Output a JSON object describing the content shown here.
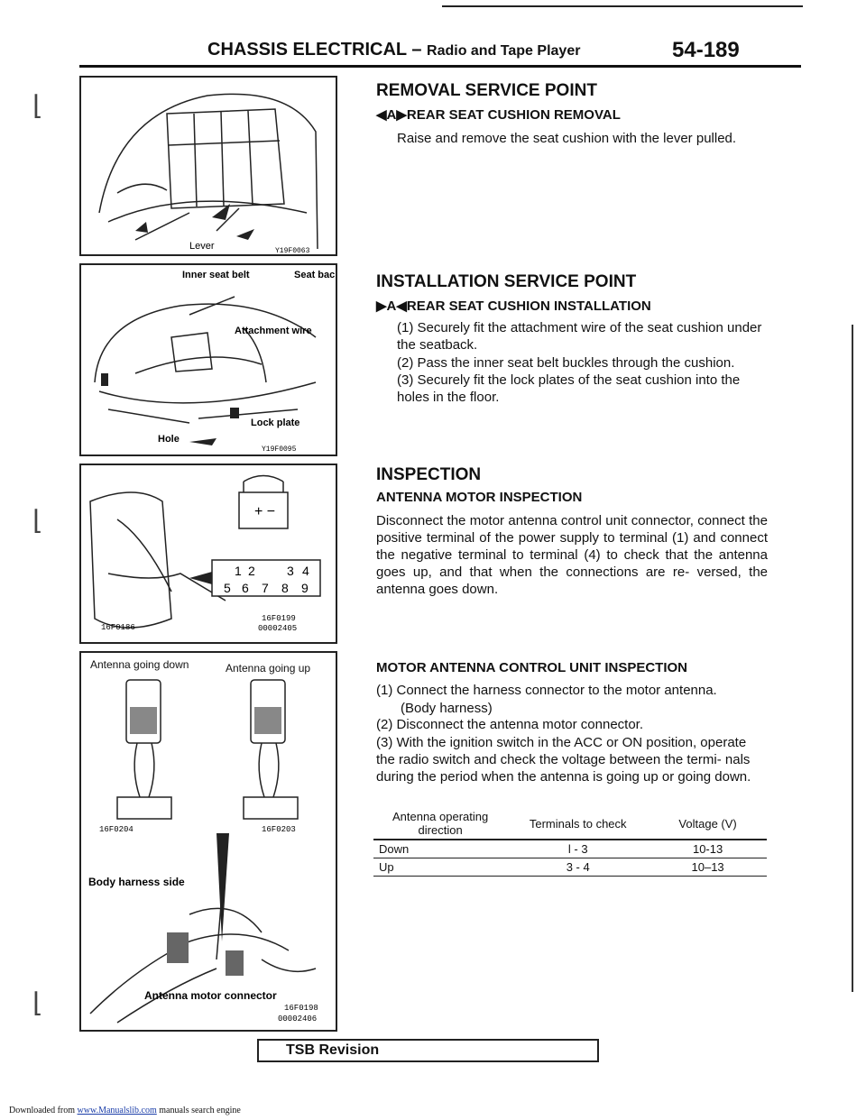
{
  "header": {
    "title": "CHASSIS ELECTRICAL –",
    "subtitle": "Radio and Tape Player",
    "page_number": "54-189"
  },
  "figures": {
    "fig1": {
      "labels": [
        "Lever"
      ],
      "code": "Y19F0063"
    },
    "fig2": {
      "labels": [
        "Inner seat belt",
        "Seat back",
        "Attachment wire",
        "Lock plate",
        "Hole"
      ],
      "code": "Y19F0095"
    },
    "fig3": {
      "codes": [
        "16F0186",
        "16F0199",
        "00002405"
      ],
      "terminals": [
        "1",
        "2",
        "3",
        "4",
        "5",
        "6",
        "7",
        "8",
        "9"
      ]
    },
    "fig4": {
      "label_down": "Antenna going down",
      "label_up": "Antenna going up",
      "code_left": "16F0204",
      "code_right": "16F0203"
    },
    "fig5": {
      "labels": [
        "Body harness side",
        "Antenna motor connector"
      ],
      "codes": [
        "16F0198",
        "00002406"
      ]
    }
  },
  "removal": {
    "heading": "REMOVAL SERVICE POINT",
    "subheading": "◀A▶REAR SEAT CUSHION REMOVAL",
    "text": "Raise and remove the seat cushion with the lever pulled."
  },
  "installation": {
    "heading": "INSTALLATION SERVICE POINT",
    "subheading": "▶A◀REAR SEAT CUSHION INSTALLATION",
    "steps": [
      "(1) Securely fit the attachment wire of the seat cushion under the seatback.",
      "(2) Pass the inner seat belt buckles through the cushion.",
      "(3) Securely fit the lock plates of the seat cushion into the holes in the floor."
    ]
  },
  "inspection": {
    "heading": "INSPECTION",
    "antenna_motor": {
      "subheading": "ANTENNA MOTOR INSPECTION",
      "text": "Disconnect the motor antenna control unit connector, connect the positive terminal of the power supply to terminal (1) and connect the negative terminal to terminal (4) to check that the antenna goes up, and that when the connections are re- versed, the antenna goes down."
    },
    "control_unit": {
      "subheading": "MOTOR ANTENNA CONTROL UNIT INSPECTION",
      "steps": [
        "(1) Connect the harness connector to the motor antenna.",
        "(Body harness)",
        "(2) Disconnect the antenna motor connector.",
        "(3) With the ignition switch in the ACC or ON position, operate the radio switch and check the voltage between the termi- nals during the period when the antenna is going up or going down."
      ]
    },
    "table": {
      "headers": [
        "Antenna operating direction",
        "Terminals to check",
        "Voltage (V)"
      ],
      "rows": [
        [
          "Down",
          "l - 3",
          "10-13"
        ],
        [
          "Up",
          "3 - 4",
          "10–13"
        ]
      ]
    }
  },
  "tsb": "TSB Revision",
  "footer": {
    "prefix": "Downloaded from",
    "link": "www.Manualslib.com",
    "suffix": "manuals search engine"
  }
}
